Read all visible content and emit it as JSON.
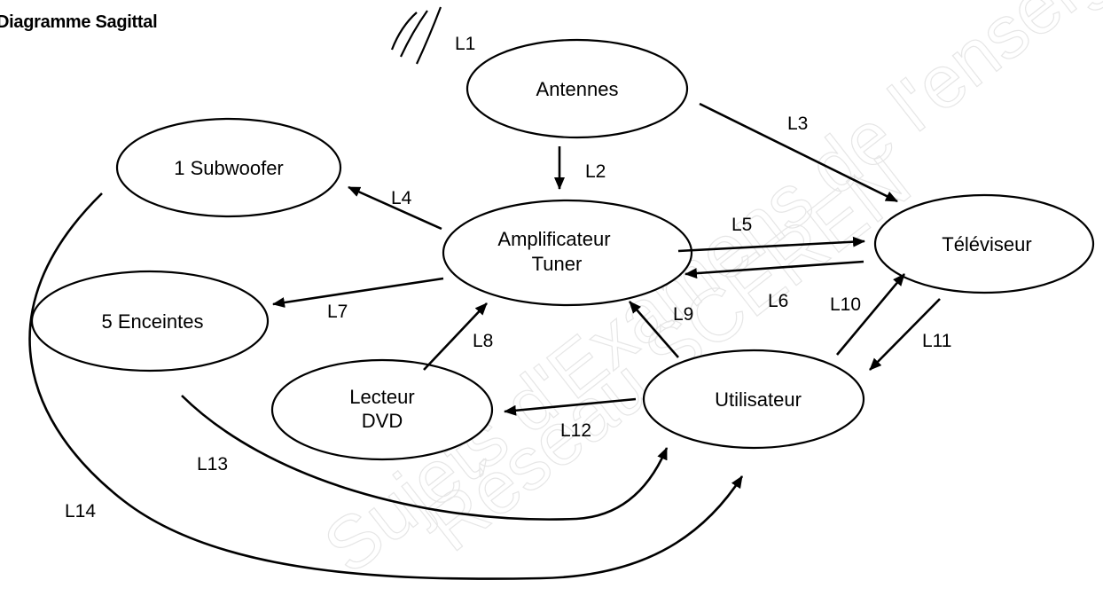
{
  "title": "Diagramme Sagittal",
  "watermark": [
    "Sujets d'Examens de l'enseignement",
    "Réseau SCEREN"
  ],
  "nodes": {
    "antennes": "Antennes",
    "subwoofer": "1 Subwoofer",
    "ampli_line1": "Amplificateur",
    "ampli_line2": "Tuner",
    "televiseur": "Téléviseur",
    "enceintes": "5 Enceintes",
    "lecteur_line1": "Lecteur",
    "lecteur_line2": "DVD",
    "utilisateur": "Utilisateur"
  },
  "links": {
    "L1": "L1",
    "L2": "L2",
    "L3": "L3",
    "L4": "L4",
    "L5": "L5",
    "L6": "L6",
    "L7": "L7",
    "L8": "L8",
    "L9": "L9",
    "L10": "L10",
    "L11": "L11",
    "L12": "L12",
    "L13": "L13",
    "L14": "L14"
  }
}
